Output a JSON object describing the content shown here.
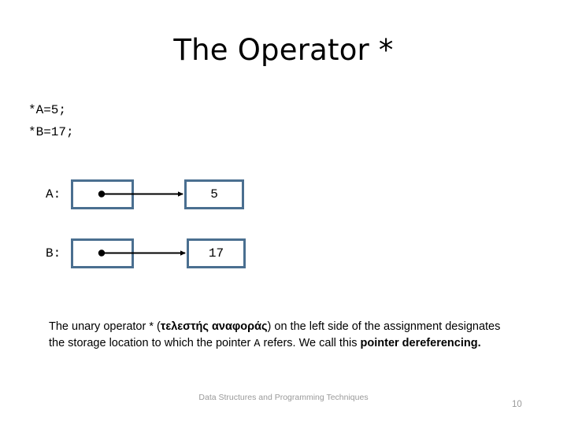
{
  "slide": {
    "title": "The Operator *",
    "page_number": "10",
    "footer": "Data Structures and Programming Techniques"
  },
  "code": {
    "lines": [
      "*A=5;",
      "*B=17;"
    ]
  },
  "diagram": {
    "rows": [
      {
        "label": "A:",
        "pointer_box": "",
        "value": "5",
        "arrow": "pointer-arrow"
      },
      {
        "label": "B:",
        "pointer_box": "",
        "value": "17",
        "arrow": "pointer-arrow"
      }
    ],
    "box_border_color": "#4a6f90",
    "arrow_color": "#000000"
  },
  "body": {
    "part1": "The unary operator * (",
    "greek": "τελεστής αναφοράς",
    "part2": ") on the left side of the assignment designates the storage location to which the pointer ",
    "mono_identifier": "A",
    "part3": " refers. We call this ",
    "bold_tail": "pointer dereferencing."
  }
}
